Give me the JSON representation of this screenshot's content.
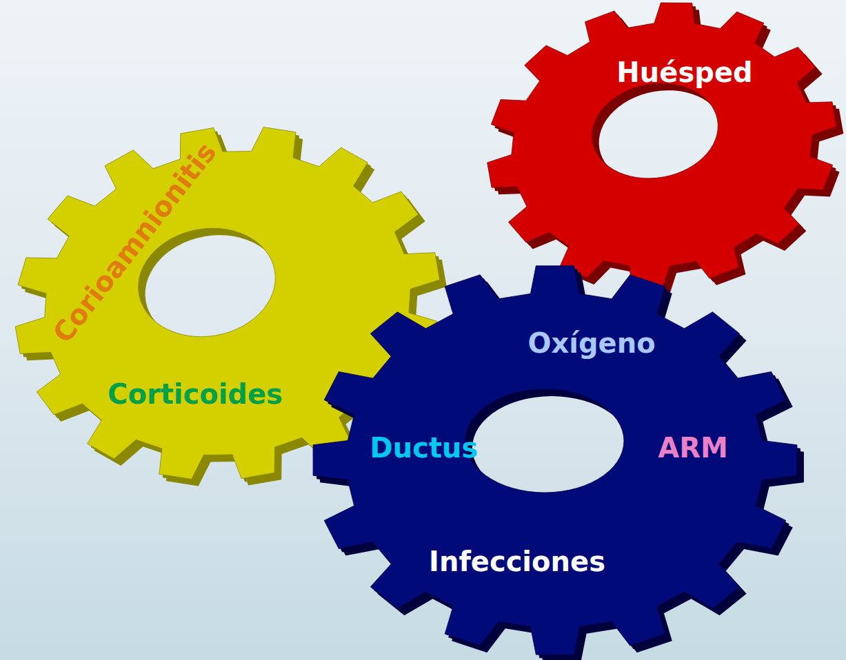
{
  "diagram": {
    "nodes": [
      {
        "text": [
          "Corioamnionitis",
          "Corticoides"
        ]
      },
      {
        "text": [
          "Huésped"
        ]
      },
      {
        "text": [
          "Oxígeno",
          "Ductus",
          "ARM",
          "Infecciones"
        ]
      }
    ]
  }
}
